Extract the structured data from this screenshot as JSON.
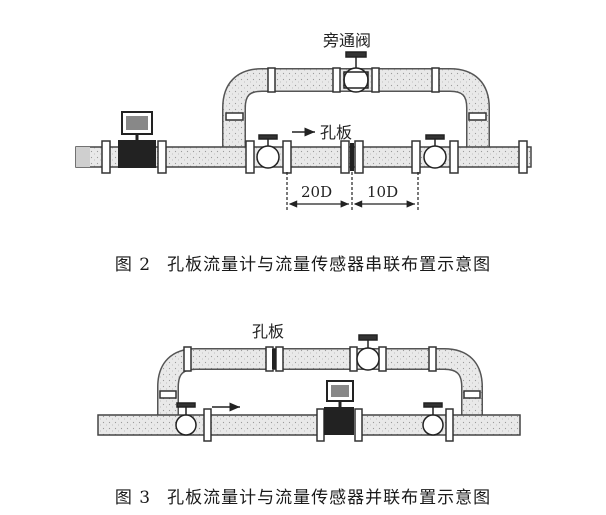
{
  "figure2": {
    "bypass_label": "旁通阀",
    "orifice_label": "孔板",
    "dim_upstream": "20D",
    "dim_downstream": "10D",
    "caption_number": "图 2",
    "caption_text": "孔板流量计与流量传感器串联布置示意图"
  },
  "figure3": {
    "orifice_label": "孔板",
    "caption_number": "图 3",
    "caption_text": "孔板流量计与流量传感器并联布置示意图"
  }
}
